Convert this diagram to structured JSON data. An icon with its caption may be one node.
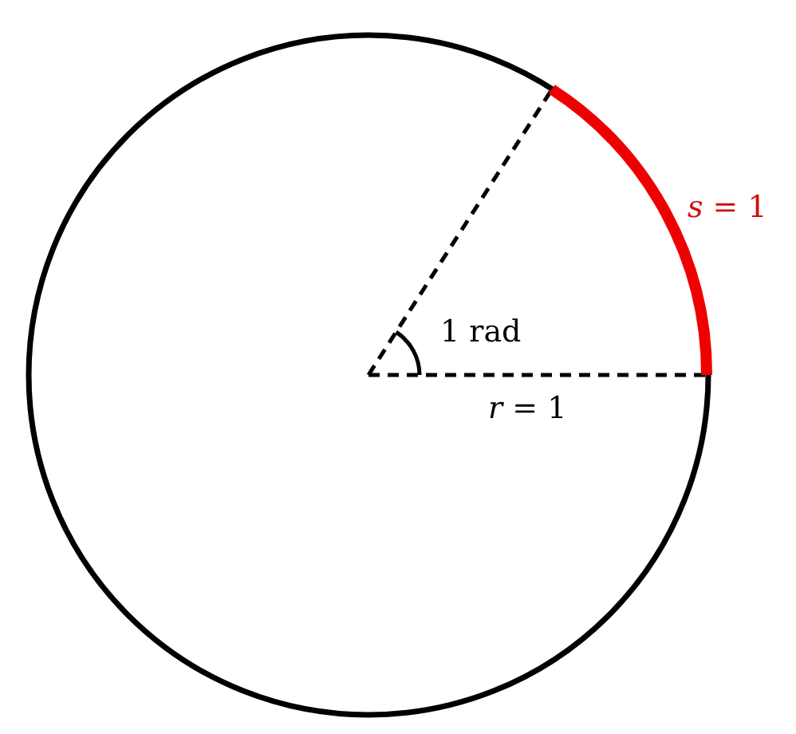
{
  "diagram": {
    "labels": [
      "*s* = 1",
      "1 rad",
      "*r* = 1"
    ]
  }
}
